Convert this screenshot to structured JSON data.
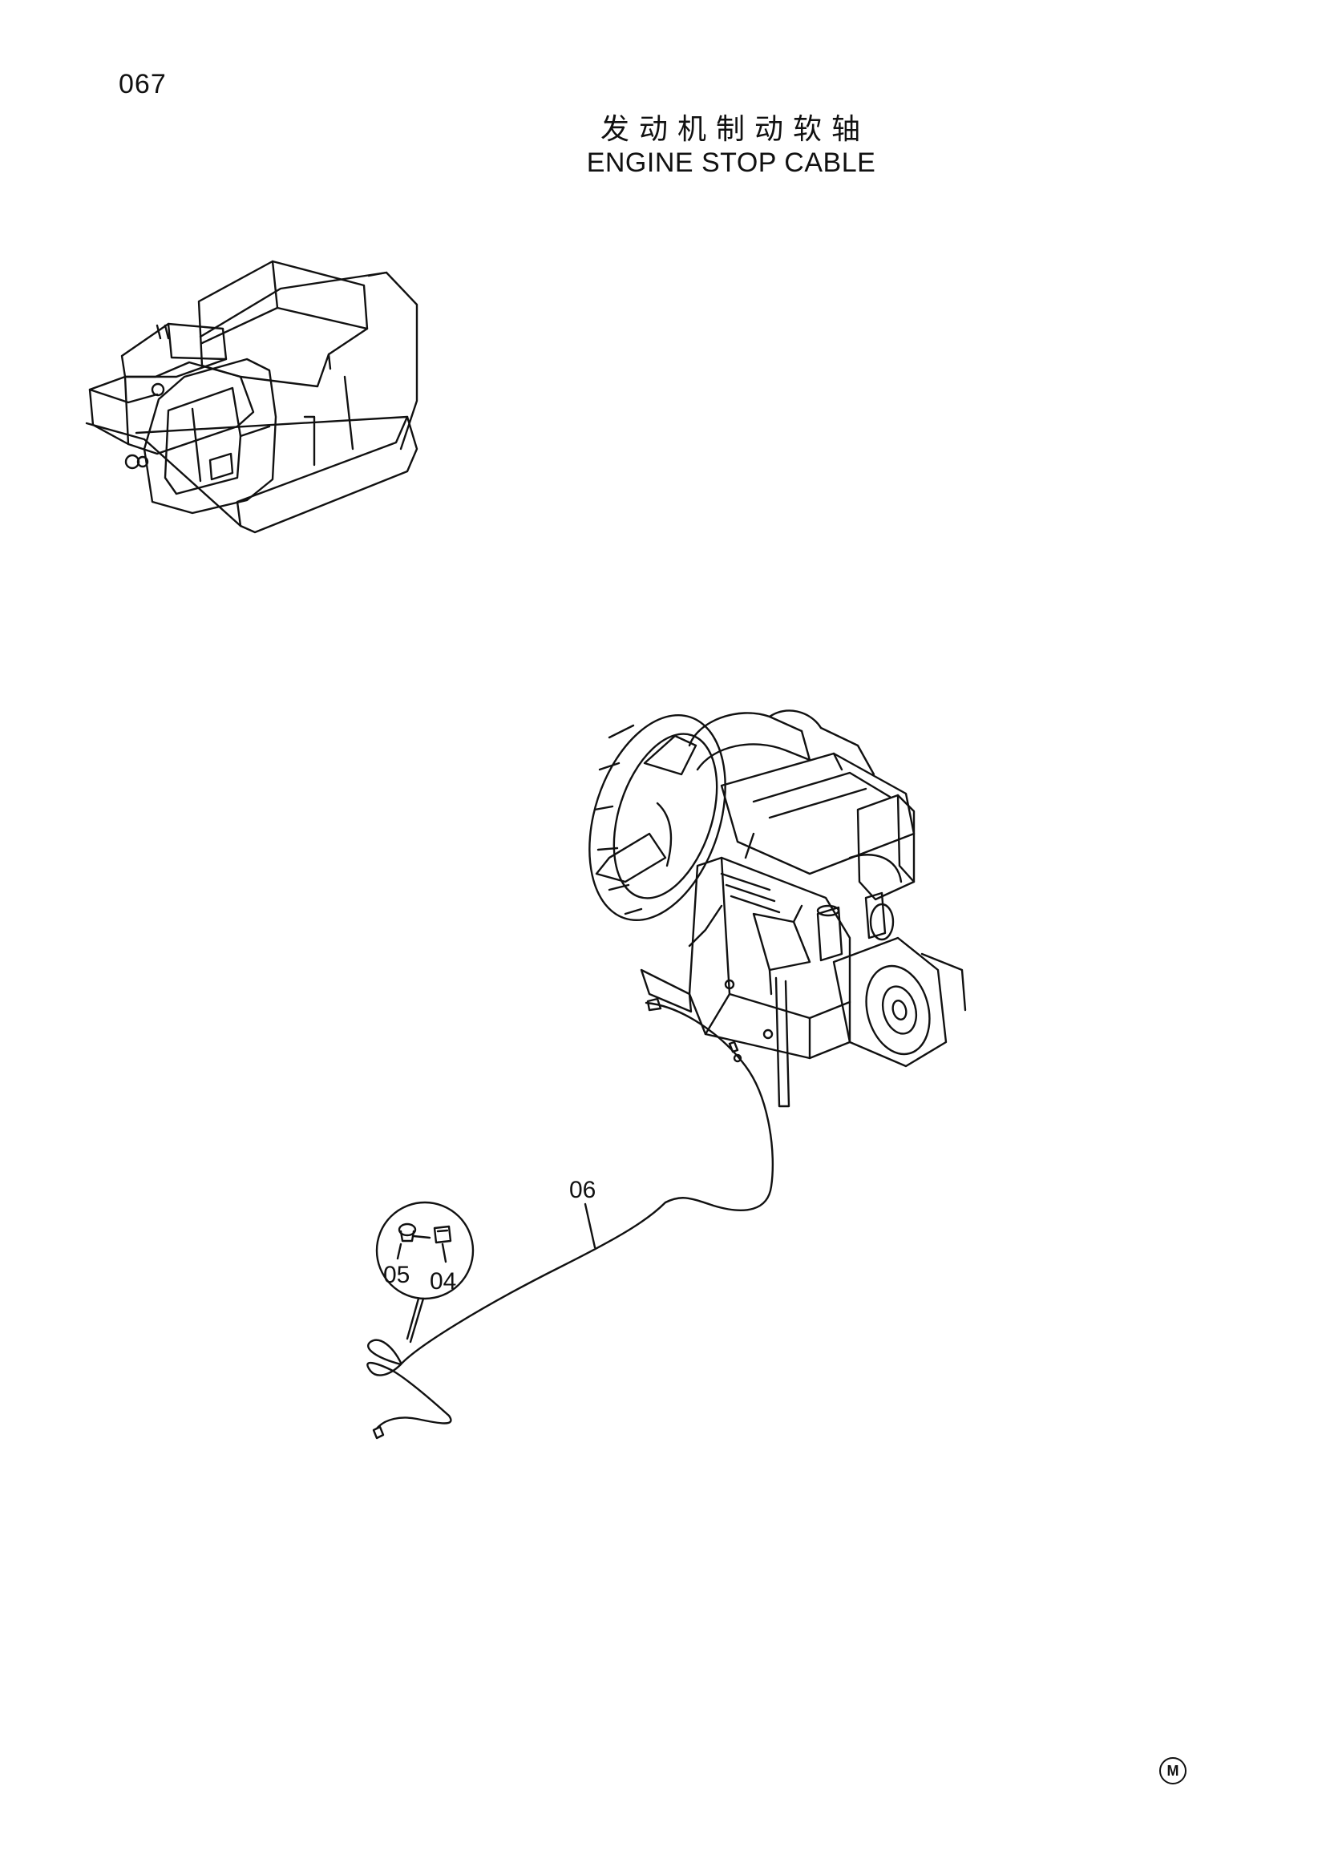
{
  "page_number": "067",
  "title_zh": "发动机制动软轴",
  "title_en": "ENGINE STOP CABLE",
  "callouts": {
    "cable": "06",
    "part_05": "05",
    "part_04": "04"
  },
  "corner_mark": "M",
  "icons": {
    "machine": "excavator-location-icon",
    "engine": "engine-assembly-icon",
    "detail": "detail-circle-icon"
  },
  "colors": {
    "line": "#111111",
    "background": "#ffffff"
  }
}
